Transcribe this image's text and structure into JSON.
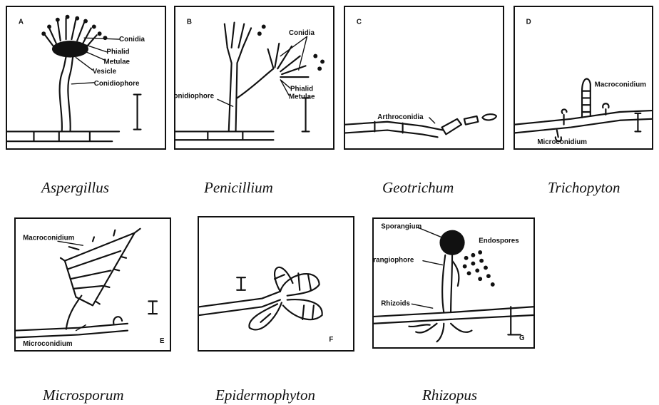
{
  "panels": [
    {
      "letter": "A",
      "caption": "Aspergillus",
      "labels": [
        "Conidia",
        "Phialid",
        "Metulae",
        "Vesicle",
        "Conidiophore"
      ]
    },
    {
      "letter": "B",
      "caption": "Penicillium",
      "labels": [
        "Conidia",
        "Conidiophore",
        "Phialid",
        "Metulae"
      ]
    },
    {
      "letter": "C",
      "caption": "Geotrichum",
      "labels": [
        "Arthroconidia"
      ]
    },
    {
      "letter": "D",
      "caption": "Trichopyton",
      "labels": [
        "Macroconidium",
        "Microconidium"
      ]
    },
    {
      "letter": "E",
      "caption": "Microsporum",
      "labels": [
        "Macroconidium",
        "Microconidium"
      ]
    },
    {
      "letter": "F",
      "caption": "Epidermophyton",
      "labels": []
    },
    {
      "letter": "G",
      "caption": "Rhizopus",
      "labels": [
        "Sporangium",
        "Endospores",
        "Sporangiophore",
        "Rhizoids"
      ]
    }
  ]
}
